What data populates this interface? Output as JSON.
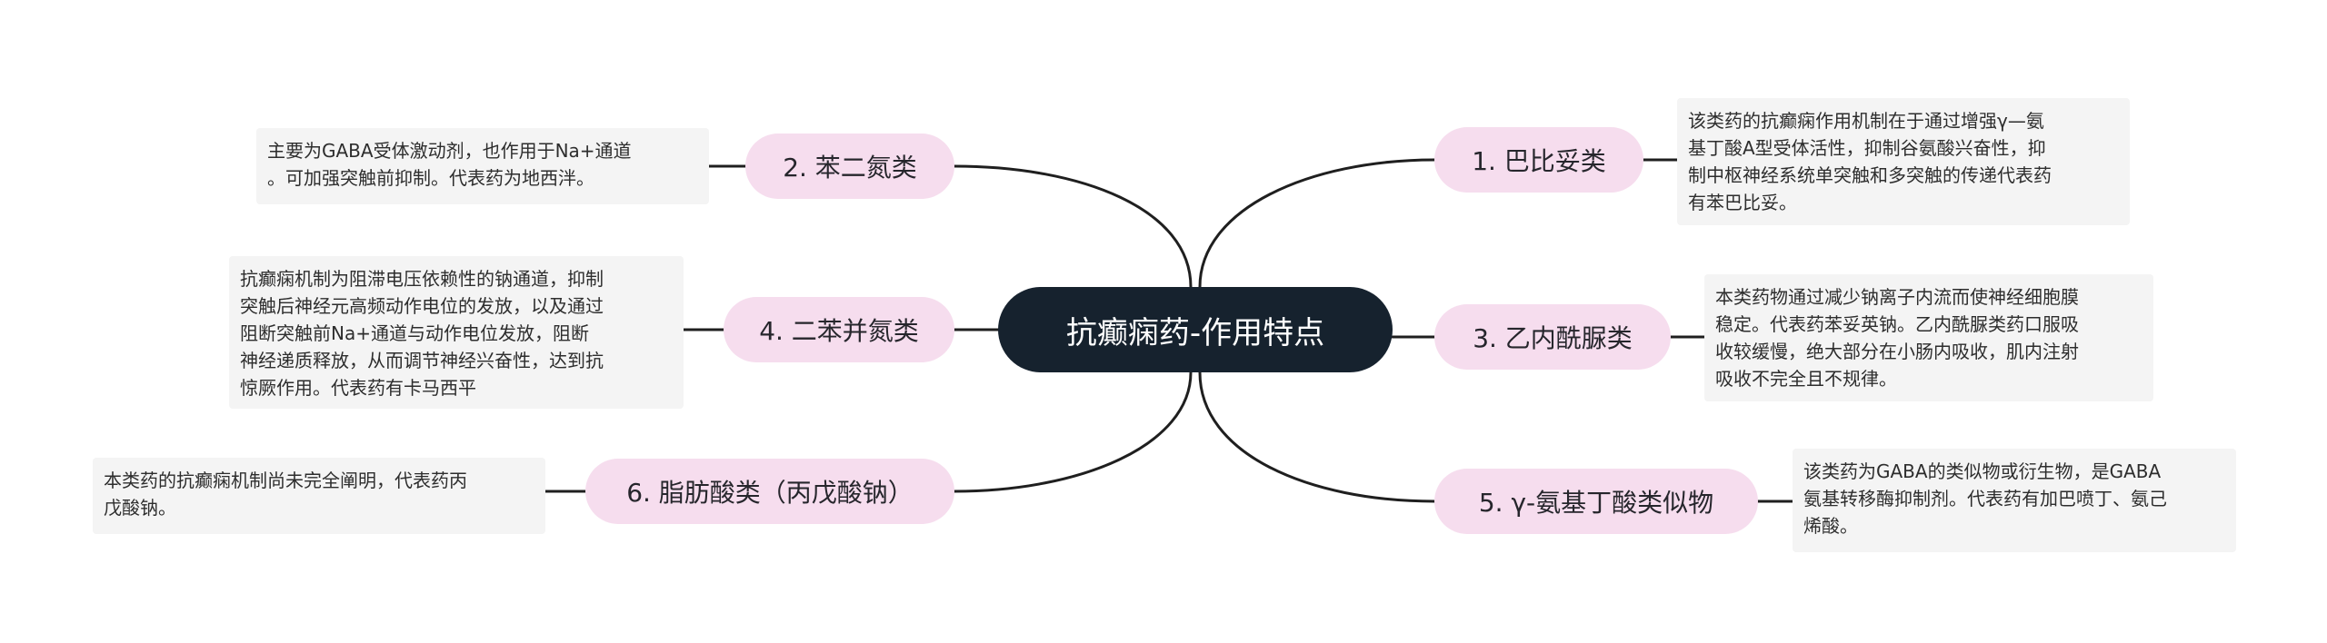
{
  "center": {
    "label": "抗癫痫药-作用特点"
  },
  "branches": [
    {
      "label": "1. 巴比妥类",
      "note": "该类药的抗癫痫作用机制在于通过增强γ—氨\n基丁酸A型受体活性，抑制谷氨酸兴奋性，抑\n制中枢神经系统单突触和多突触的传递代表药\n有苯巴比妥。"
    },
    {
      "label": "2. 苯二氮类",
      "note": "主要为GABA受体激动剂，也作用于Na+通道\n。可加强突触前抑制。代表药为地西泮。"
    },
    {
      "label": "3. 乙内酰脲类",
      "note": "本类药物通过减少钠离子内流而使神经细胞膜\n稳定。代表药苯妥英钠。乙内酰脲类药口服吸\n收较缓慢，绝大部分在小肠内吸收，肌内注射\n吸收不完全且不规律。"
    },
    {
      "label": "4. 二苯并氮类",
      "note": "抗癫痫机制为阻滞电压依赖性的钠通道，抑制\n突触后神经元高频动作电位的发放，以及通过\n阻断突触前Na+通道与动作电位发放，阻断\n神经递质释放，从而调节神经兴奋性，达到抗\n惊厥作用。代表药有卡马西平"
    },
    {
      "label": "5. γ-氨基丁酸类似物",
      "note": "该类药为GABA的类似物或衍生物，是GABA\n氨基转移酶抑制剂。代表药有加巴喷丁、氨己\n烯酸。"
    },
    {
      "label": "6. 脂肪酸类（丙戊酸钠）",
      "note": "本类药的抗癫痫机制尚未完全阐明，代表药丙\n戊酸钠。"
    }
  ],
  "colors": {
    "center_bg": "#16222e",
    "center_text": "#ffffff",
    "branch_bg": "#f6ddee",
    "note_bg": "#f4f4f4",
    "connector": "#1f1f1f"
  }
}
